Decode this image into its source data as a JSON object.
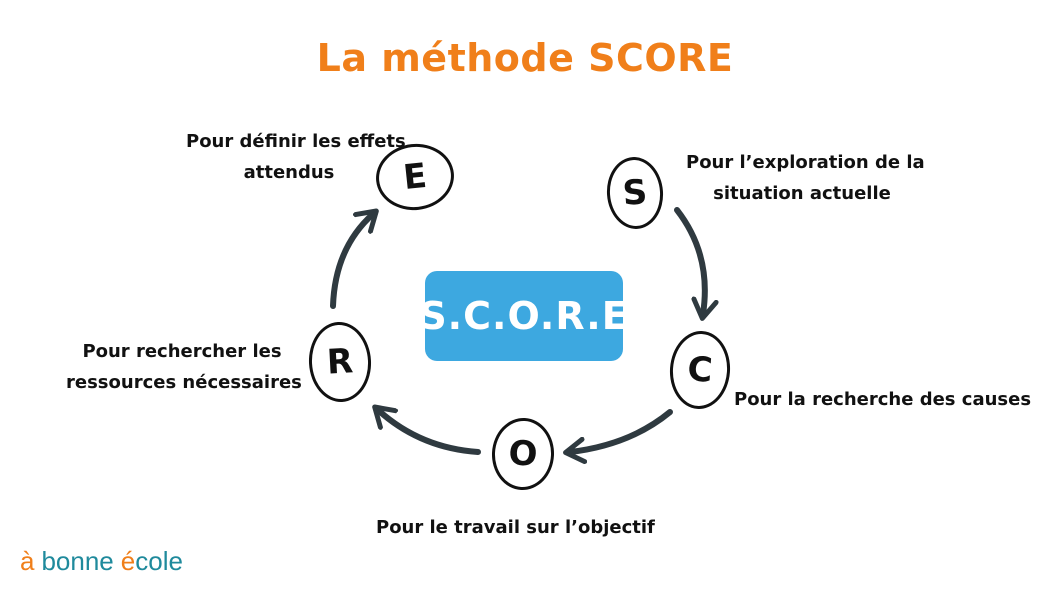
{
  "title": "La méthode SCORE",
  "center_label": "S.C.O.R.E",
  "nodes": {
    "e": {
      "letter": "E",
      "caption_1": "Pour définir les effets",
      "caption_2": "attendus"
    },
    "s": {
      "letter": "S",
      "caption_1": "Pour l’exploration de la",
      "caption_2": "situation actuelle"
    },
    "c": {
      "letter": "C",
      "caption_1": "Pour la recherche des causes"
    },
    "o": {
      "letter": "O",
      "caption_1": "Pour le travail sur l’objectif"
    },
    "r": {
      "letter": "R",
      "caption_1": "Pour rechercher les",
      "caption_2": "ressources nécessaires"
    }
  },
  "logo": {
    "accent": "à",
    "word1": "bonne",
    "word2_accent": "é",
    "word2_rest": "cole"
  },
  "colors": {
    "title": "#f07f1a",
    "center": "#3da8e0",
    "arrow": "#2f3a40",
    "logo": "#1f8a9c"
  }
}
